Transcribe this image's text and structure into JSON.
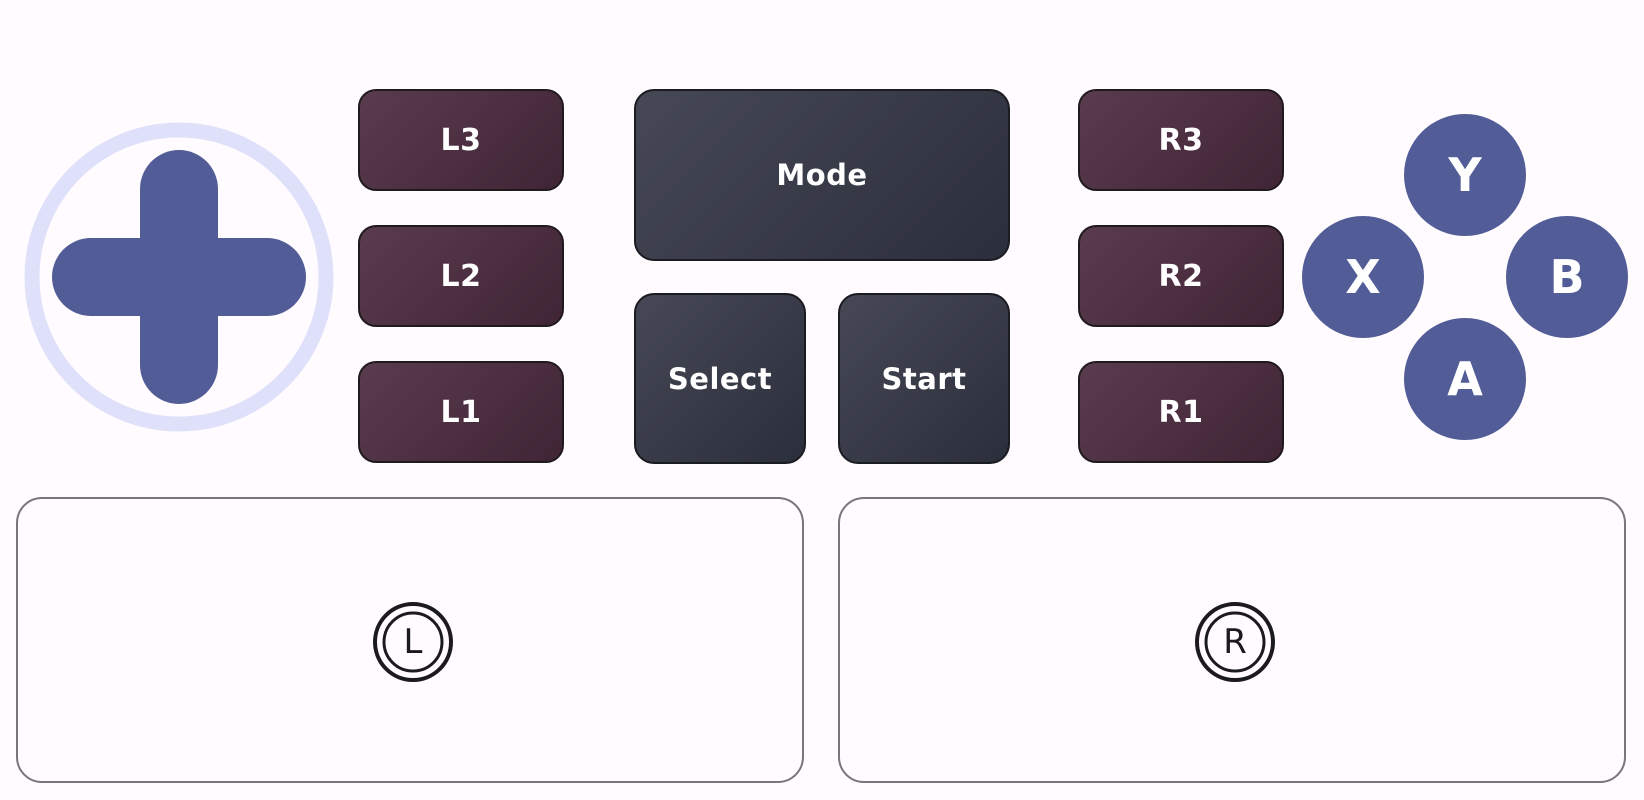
{
  "colors": {
    "background": "#fffbfe",
    "dpad": "#525c96",
    "dpad_ring": "#dfe1fb",
    "shoulder_button": "#4f3445",
    "system_button": "#3a3c4a",
    "face_button": "#525c96",
    "button_text": "#ffffff",
    "stick_outline": "#7a7578",
    "stick_icon": "#1b1b1f"
  },
  "dpad": {
    "icon": "dpad-cross-icon"
  },
  "left_buttons": {
    "l3": "L3",
    "l2": "L2",
    "l1": "L1"
  },
  "center_buttons": {
    "mode": "Mode",
    "select": "Select",
    "start": "Start"
  },
  "right_buttons": {
    "r3": "R3",
    "r2": "R2",
    "r1": "R1"
  },
  "face_buttons": {
    "y": "Y",
    "x": "X",
    "b": "B",
    "a": "A"
  },
  "sticks": {
    "left": {
      "letter": "L",
      "icon": "left-stick-icon"
    },
    "right": {
      "letter": "R",
      "icon": "right-stick-icon"
    }
  }
}
